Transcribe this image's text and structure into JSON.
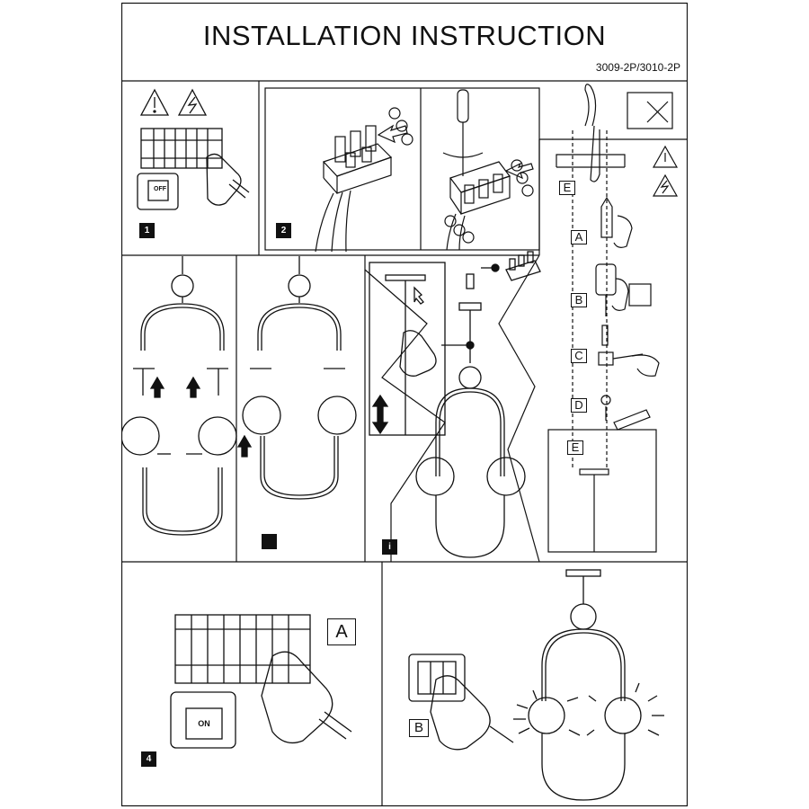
{
  "header": {
    "title": "INSTALLATION INSTRUCTION",
    "model": "3009-2P/3010-2P"
  },
  "steps": {
    "s1": "1",
    "s2": "2",
    "s3": "",
    "si": "i",
    "s4": "4"
  },
  "labels": {
    "a": "A",
    "b": "B",
    "c": "C",
    "d": "D",
    "e_top": "E",
    "e_bottom": "E",
    "step4_a": "A",
    "step4_b": "B",
    "off": "OFF",
    "on": "ON"
  },
  "colors": {
    "ink": "#111111",
    "badge": "#111111"
  },
  "icons": [
    "warning-icon",
    "electric-hazard-icon",
    "circuit-breaker-icon",
    "hand-icon",
    "screwdriver-icon",
    "pliers-icon",
    "drill-icon",
    "hammer-icon",
    "no-chemicals-icon",
    "light-switch-icon"
  ]
}
